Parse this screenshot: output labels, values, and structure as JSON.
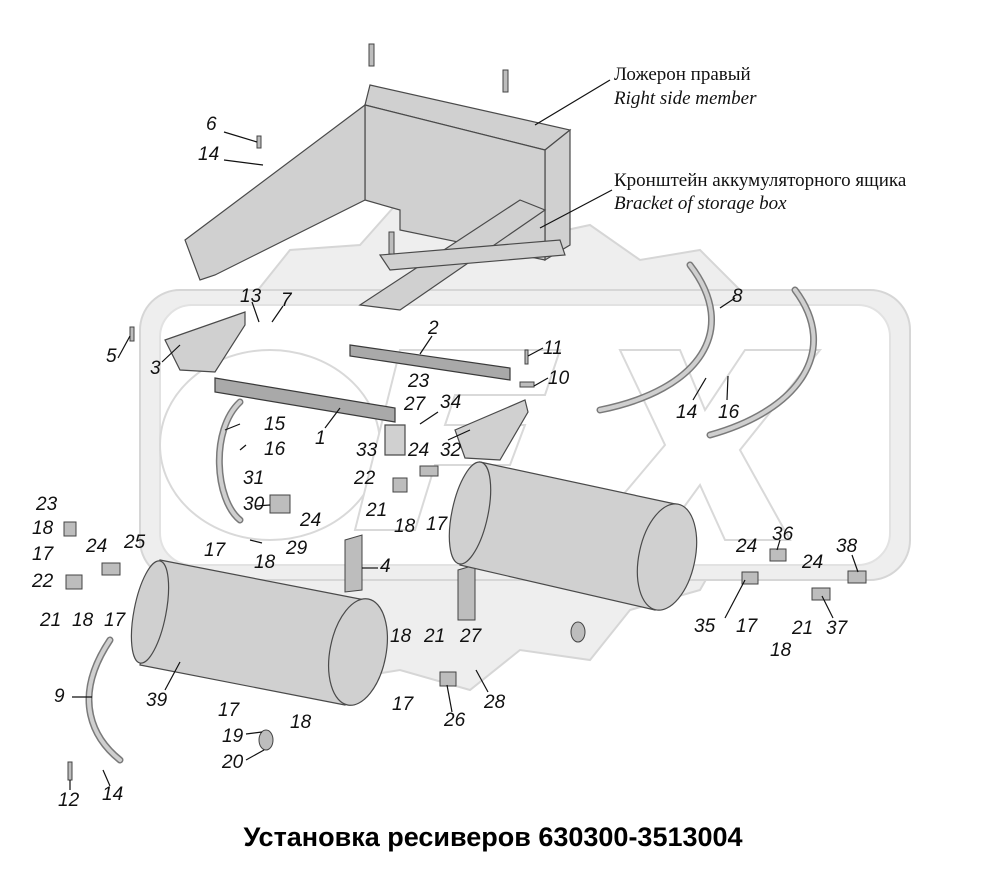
{
  "title": "Установка ресиверов 630300-3513004",
  "annotations": [
    {
      "id": "side-member",
      "ru": "Ложерон правый",
      "en": "Right side member"
    },
    {
      "id": "storage-bracket",
      "ru": "Кронштейн аккумуляторного ящика",
      "en": "Bracket of storage box"
    }
  ],
  "callouts": [
    "6",
    "14",
    "13",
    "7",
    "5",
    "3",
    "2",
    "11",
    "10",
    "1",
    "23",
    "27",
    "34",
    "33",
    "24",
    "32",
    "15",
    "16",
    "31",
    "22",
    "21",
    "18",
    "17",
    "30",
    "24",
    "29",
    "17",
    "18",
    "23",
    "18",
    "17",
    "24",
    "25",
    "22",
    "21",
    "18",
    "17",
    "4",
    "8",
    "14",
    "16",
    "36",
    "24",
    "38",
    "24",
    "35",
    "17",
    "18",
    "21",
    "37",
    "18",
    "21",
    "27",
    "17",
    "26",
    "28",
    "39",
    "9",
    "17",
    "18",
    "19",
    "20",
    "12",
    "14"
  ],
  "watermark": "OFX"
}
